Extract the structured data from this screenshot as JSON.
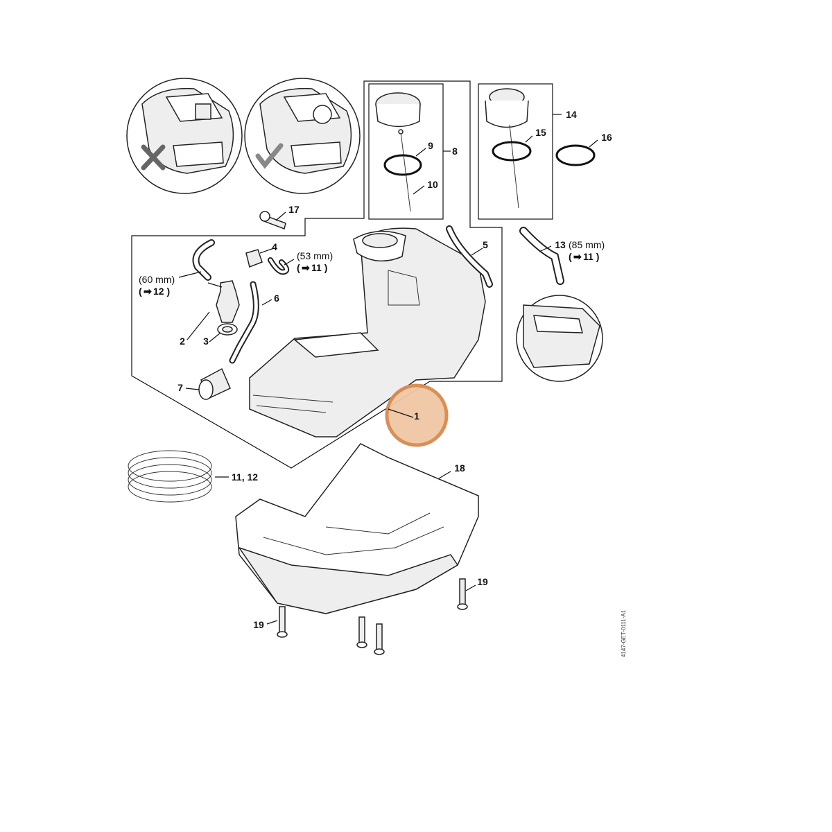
{
  "callouts": {
    "c1": "1",
    "c2": "2",
    "c3": "3",
    "c4": "4",
    "c5": "5",
    "c6": "6",
    "c7": "7",
    "c8": "8",
    "c9": "9",
    "c10": "10",
    "c11_12": "11, 12",
    "c13": "13",
    "c14": "14",
    "c15": "15",
    "c16": "16",
    "c17": "17",
    "c18": "18",
    "c19": "19"
  },
  "notes": {
    "hose_60": "(60 mm)",
    "ref_12": "12 )",
    "hose_53": "(53 mm)",
    "ref_11a": "11 )",
    "hose_85": "(85 mm)",
    "ref_11b": "11 )",
    "arrow": "➡",
    "open_paren": "("
  },
  "figure_code": "4147-GET-0111-A1",
  "highlight": {
    "color": "#d98a4e",
    "fill": "#f0c8a4",
    "part": "1"
  },
  "icons": [
    "incorrect-x-icon",
    "correct-check-icon"
  ]
}
